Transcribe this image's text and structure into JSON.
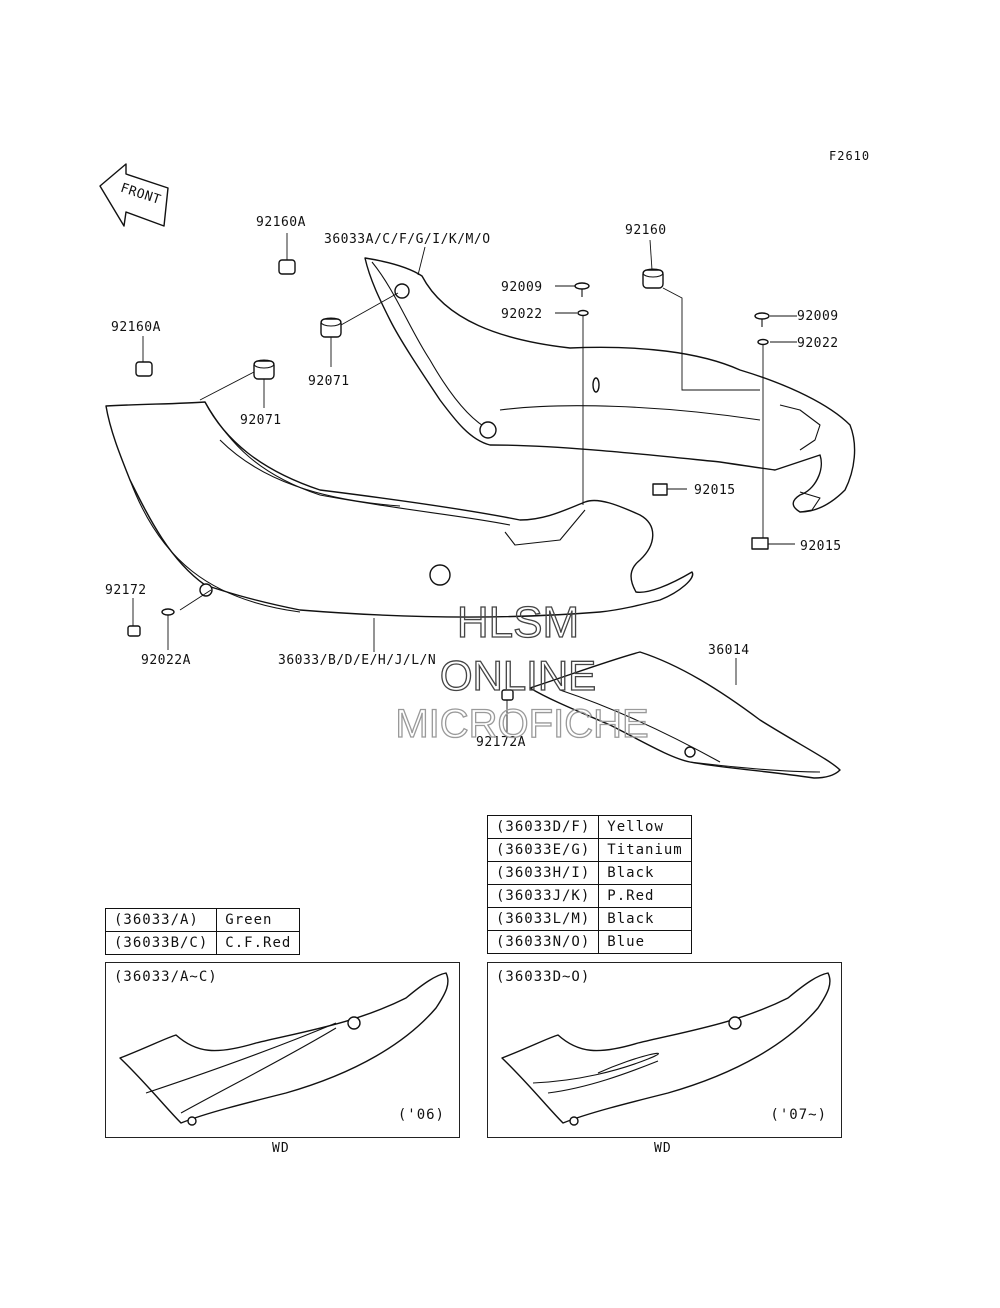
{
  "figure_code": "F2610",
  "front_label": "FRONT",
  "parts": {
    "p92160A_top": "92160A",
    "p36033_upper": "36033A/C/F/G/I/K/M/O",
    "p92160": "92160",
    "p92009_a": "92009",
    "p92022_a": "92022",
    "p92009_b": "92009",
    "p92022_b": "92022",
    "p92160A_left": "92160A",
    "p92071_a": "92071",
    "p92071_b": "92071",
    "p92015_a": "92015",
    "p92015_b": "92015",
    "p92172": "92172",
    "p92022A": "92022A",
    "p36033_lower": "36033/B/D/E/H/J/L/N",
    "p36014": "36014",
    "p92172A": "92172A"
  },
  "watermark": {
    "line1": "HLSM",
    "line2": "ONLINE",
    "line3": "MICROFICHE"
  },
  "color_table_right": [
    {
      "code": "(36033D/F)",
      "color": "Yellow"
    },
    {
      "code": "(36033E/G)",
      "color": "Titanium"
    },
    {
      "code": "(36033H/I)",
      "color": "Black"
    },
    {
      "code": "(36033J/K)",
      "color": "P.Red"
    },
    {
      "code": "(36033L/M)",
      "color": "Black"
    },
    {
      "code": "(36033N/O)",
      "color": "Blue"
    }
  ],
  "color_table_left": [
    {
      "code": "(36033/A)",
      "color": "Green"
    },
    {
      "code": "(36033B/C)",
      "color": "C.F.Red"
    }
  ],
  "insets": {
    "left": {
      "title": "(36033/A~C)",
      "year": "('06)",
      "caption": "WD"
    },
    "right": {
      "title": "(36033D~O)",
      "year": "('07~)",
      "caption": "WD"
    }
  }
}
